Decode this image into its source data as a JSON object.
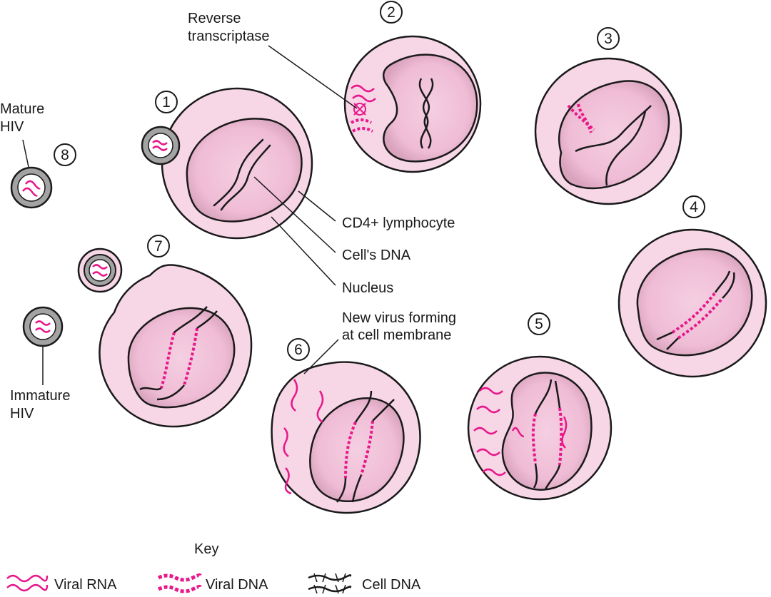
{
  "step_numbers": [
    "1",
    "2",
    "3",
    "4",
    "5",
    "6",
    "7",
    "8"
  ],
  "labels": {
    "reverse_transcriptase_1": "Reverse",
    "reverse_transcriptase_2": "transcriptase",
    "mature_hiv_1": "Mature",
    "mature_hiv_2": "HIV",
    "cd4_lymphocyte": "CD4+ lymphocyte",
    "cells_dna": "Cell's DNA",
    "nucleus": "Nucleus",
    "new_virus_1": "New virus forming",
    "new_virus_2": "at cell membrane",
    "immature_hiv_1": "Immature",
    "immature_hiv_2": "HIV"
  },
  "key": {
    "title": "Key",
    "items": [
      "Viral RNA",
      "Viral DNA",
      "Cell DNA"
    ]
  },
  "colors": {
    "cell_fill": "#f7d6e6",
    "nucleus_fill": "#f3c4db",
    "outline": "#1a1a1a",
    "viral_color": "#e8178a",
    "virus_shell": "#9a9a9a",
    "cell_dna_color": "#1a1a1a"
  }
}
